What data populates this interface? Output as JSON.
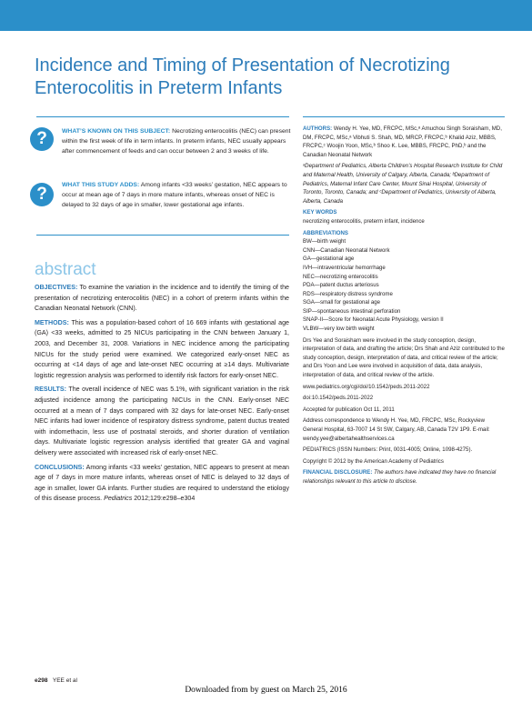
{
  "header": {
    "title_line1": "Incidence and Timing of Presentation of Necrotizing",
    "title_line2": "Enterocolitis in Preterm Infants"
  },
  "known": {
    "icon1": "?",
    "icon2": "?",
    "known_label": "WHAT’S KNOWN ON THIS SUBJECT:",
    "known_text": " Necrotizing enterocolitis (NEC) can present within the first week of life in term infants. In preterm infants, NEC usually appears after commencement of feeds and can occur between 2 and 3 weeks of life.",
    "adds_label": "WHAT THIS STUDY ADDS:",
    "adds_text": " Among infants <33 weeks’ gestation, NEC appears to occur at mean age of 7 days in more mature infants, whereas onset of NEC is delayed to 32 days of age in smaller, lower gestational age infants."
  },
  "abstract": {
    "heading": "abstract",
    "objectives_label": "OBJECTIVES:",
    "objectives_text": " To examine the variation in the incidence and to identify the timing of the presentation of necrotizing enterocolitis (NEC) in a cohort of preterm infants within the Canadian Neonatal Network (CNN).",
    "methods_label": "METHODS:",
    "methods_text": " This was a population-based cohort of 16 669 infants with gestational age (GA) <33 weeks, admitted to 25 NICUs participating in the CNN between January 1, 2003, and December 31, 2008. Variations in NEC incidence among the participating NICUs for the study period were examined. We categorized early-onset NEC as occurring at <14 days of age and late-onset NEC occurring at ≥14 days. Multivariate logistic regression analysis was performed to identify risk factors for early-onset NEC.",
    "results_label": "RESULTS:",
    "results_text": " The overall incidence of NEC was 5.1%, with significant variation in the risk adjusted incidence among the participating NICUs in the CNN. Early-onset NEC occurred at a mean of 7 days compared with 32 days for late-onset NEC. Early-onset NEC infants had lower incidence of respiratory distress syndrome, patent ductus treated with indomethacin, less use of postnatal steroids, and shorter duration of ventilation days. Multivariate logistic regression analysis identified that greater GA and vaginal delivery were associated with increased risk of early-onset NEC.",
    "conclusions_label": "CONCLUSIONS:",
    "conclusions_text": " Among infants <33 weeks’ gestation, NEC appears to present at mean age of 7 days in more mature infants, whereas onset of NEC is delayed to 32 days of age in smaller, lower GA infants. Further studies are required to understand the etiology of this disease process. ",
    "citation_journal": "Pediatrics",
    "citation_rest": " 2012;129:e298–e304"
  },
  "right": {
    "authors_label": "AUTHORS:",
    "authors_text": " Wendy H. Yee, MD, FRCPC, MSc,ᵃ Amuchou Singh Soraisham, MD, DM, FRCPC, MSc,ᵃ Vibhuti S. Shah, MD, MRCP, FRCPC,ᵇ Khalid Aziz, MBBS, FRCPC,ᶜ Woojin Yoon, MSc,ᵇ Shoo K. Lee, MBBS, FRCPC, PhD,ᵇ and the Canadian Neonatal Network",
    "affiliations": "ᵃDepartment of Pediatrics, Alberta Children’s Hospital Research Institute for Child and Maternal Health, University of Calgary, Alberta, Canada; ᵇDepartment of Pediatrics, Maternal Infant Care Center, Mount Sinai Hospital, University of Toronto, Toronto, Canada; and ᶜDepartment of Pediatrics, University of Alberta, Alberta, Canada",
    "keywords_label": "KEY WORDS",
    "keywords_text": "necrotizing enterocolitis, preterm infant, incidence",
    "abbrev_label": "ABBREVIATIONS",
    "abbreviations": [
      "BW—birth weight",
      "CNN—Canadian Neonatal Network",
      "GA—gestational age",
      "IVH—intraventricular hemorrhage",
      "NEC—necrotizing enterocolitis",
      "PDA—patent ductus arteriosus",
      "RDS—respiratory distress syndrome",
      "SGA—small for gestational age",
      "SIP—spontaneous intestinal perforation",
      "SNAP-II—Score for Neonatal Acute Physiology, version II",
      "VLBW—very low birth weight"
    ],
    "contrib1": "Drs Yee and Soraisham were involved in the study conception, design, interpretation of data, and drafting the article; Drs Shah and Aziz contributed to the study conception, design, interpretation of data, and critical review of the article; and Drs Yoon and Lee were involved in acquisition of data, data analysis, interpretation of data, and critical review of the article.",
    "url": "www.pediatrics.org/cgi/doi/10.1542/peds.2011-2022",
    "doi": "doi:10.1542/peds.2011-2022",
    "accepted": "Accepted for publication Oct 11, 2011",
    "correspondence": "Address correspondence to Wendy H. Yee, MD, FRCPC, MSc, Rockyview General Hospital, 63-7007 14 St SW, Calgary, AB, Canada T2V 1P9. E-mail: wendy.yee@albertahealthservices.ca",
    "issn": "PEDIATRICS (ISSN Numbers: Print, 0031-4005; Online, 1098-4275).",
    "copyright": "Copyright © 2012 by the American Academy of Pediatrics",
    "disclosure_label": "FINANCIAL DISCLOSURE:",
    "disclosure_text": " The authors have indicated they have no financial relationships relevant to this article to disclose."
  },
  "footer": {
    "page": "e298",
    "authors": "YEE et al",
    "download": "Downloaded from by guest on March 25, 2016"
  }
}
